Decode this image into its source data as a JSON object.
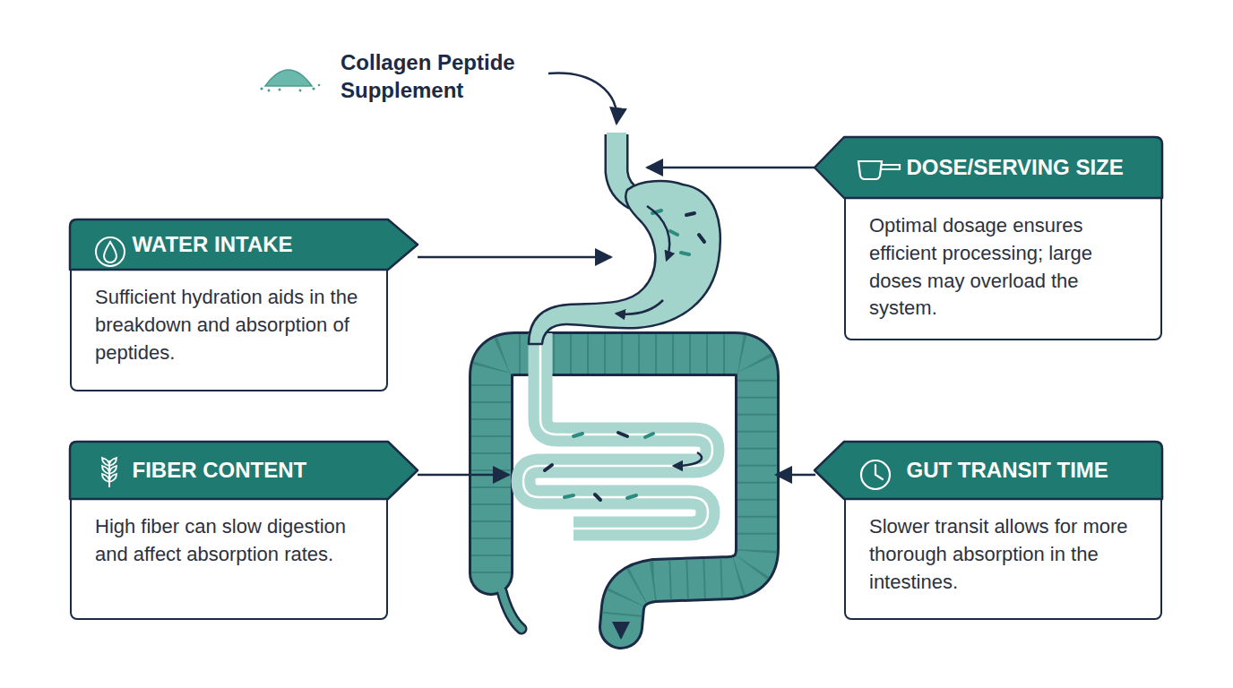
{
  "diagram": {
    "nodes": [
      {
        "text": [
          "DOSE/SERVING SIZE",
          "Optimal dosage ensures efficient processing; large doses may overload the system."
        ]
      },
      {
        "text": [
          "WATER INTAKE",
          "Sufficient hydration aids in the breakdown and absorption of peptides."
        ]
      },
      {
        "text": [
          "FIBER CONTENT",
          "High fiber can slow digestion and affect absorption rates."
        ]
      },
      {
        "text": [
          "GUT TRANSIT TIME",
          "Slower transit allows for more thorough absorption in the intestines."
        ]
      }
    ],
    "labels": [
      "Collagen Peptide Supplement"
    ]
  }
}
